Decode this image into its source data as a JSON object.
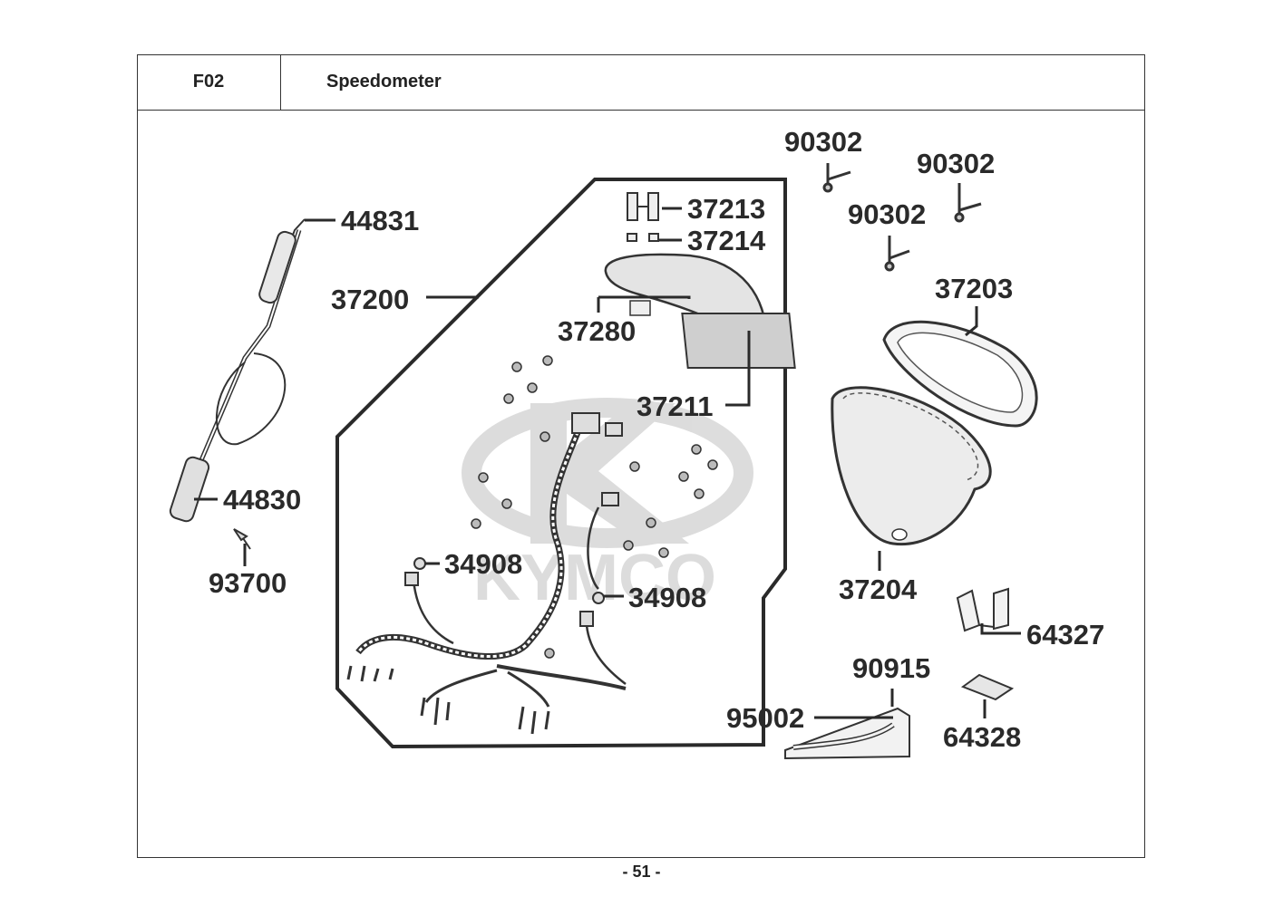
{
  "header": {
    "code": "F02",
    "title": "Speedometer"
  },
  "footer": {
    "page": "- 51 -"
  },
  "watermark": {
    "text": "KYMCO"
  },
  "parts": {
    "p44831": "44831",
    "p44830": "44830",
    "p93700": "93700",
    "p37200": "37200",
    "p37213": "37213",
    "p37214": "37214",
    "p37280": "37280",
    "p37211": "37211",
    "p34908a": "34908",
    "p34908b": "34908",
    "p90302a": "90302",
    "p90302b": "90302",
    "p90302c": "90302",
    "p37203": "37203",
    "p37204": "37204",
    "p64327": "64327",
    "p90915": "90915",
    "p95002": "95002",
    "p64328": "64328"
  }
}
